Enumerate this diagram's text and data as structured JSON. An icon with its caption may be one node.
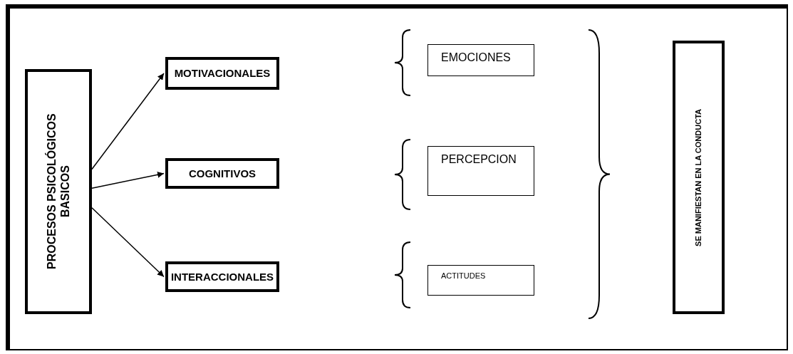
{
  "diagram": {
    "nodes": [
      {
        "text": [
          "PROCESOS PSICOLÓGICOS BASICOS"
        ]
      },
      {
        "text": [
          "MOTIVACIONALES"
        ]
      },
      {
        "text": [
          "EMOCIONES"
        ]
      },
      {
        "text": [
          "COGNITIVOS"
        ]
      },
      {
        "text": [
          "PERCEPCION"
        ]
      },
      {
        "text": [
          "INTERACCIONALES"
        ]
      },
      {
        "text": [
          "ACTITUDES"
        ]
      },
      {
        "text": [
          "SE MANIFIESTAN EN LA CONDUCTA"
        ]
      }
    ],
    "edges": [
      {
        "from": 0,
        "to": 1,
        "arrow": "to"
      },
      {
        "from": 0,
        "to": 3,
        "arrow": "to"
      },
      {
        "from": 0,
        "to": 5,
        "arrow": "to"
      }
    ]
  }
}
